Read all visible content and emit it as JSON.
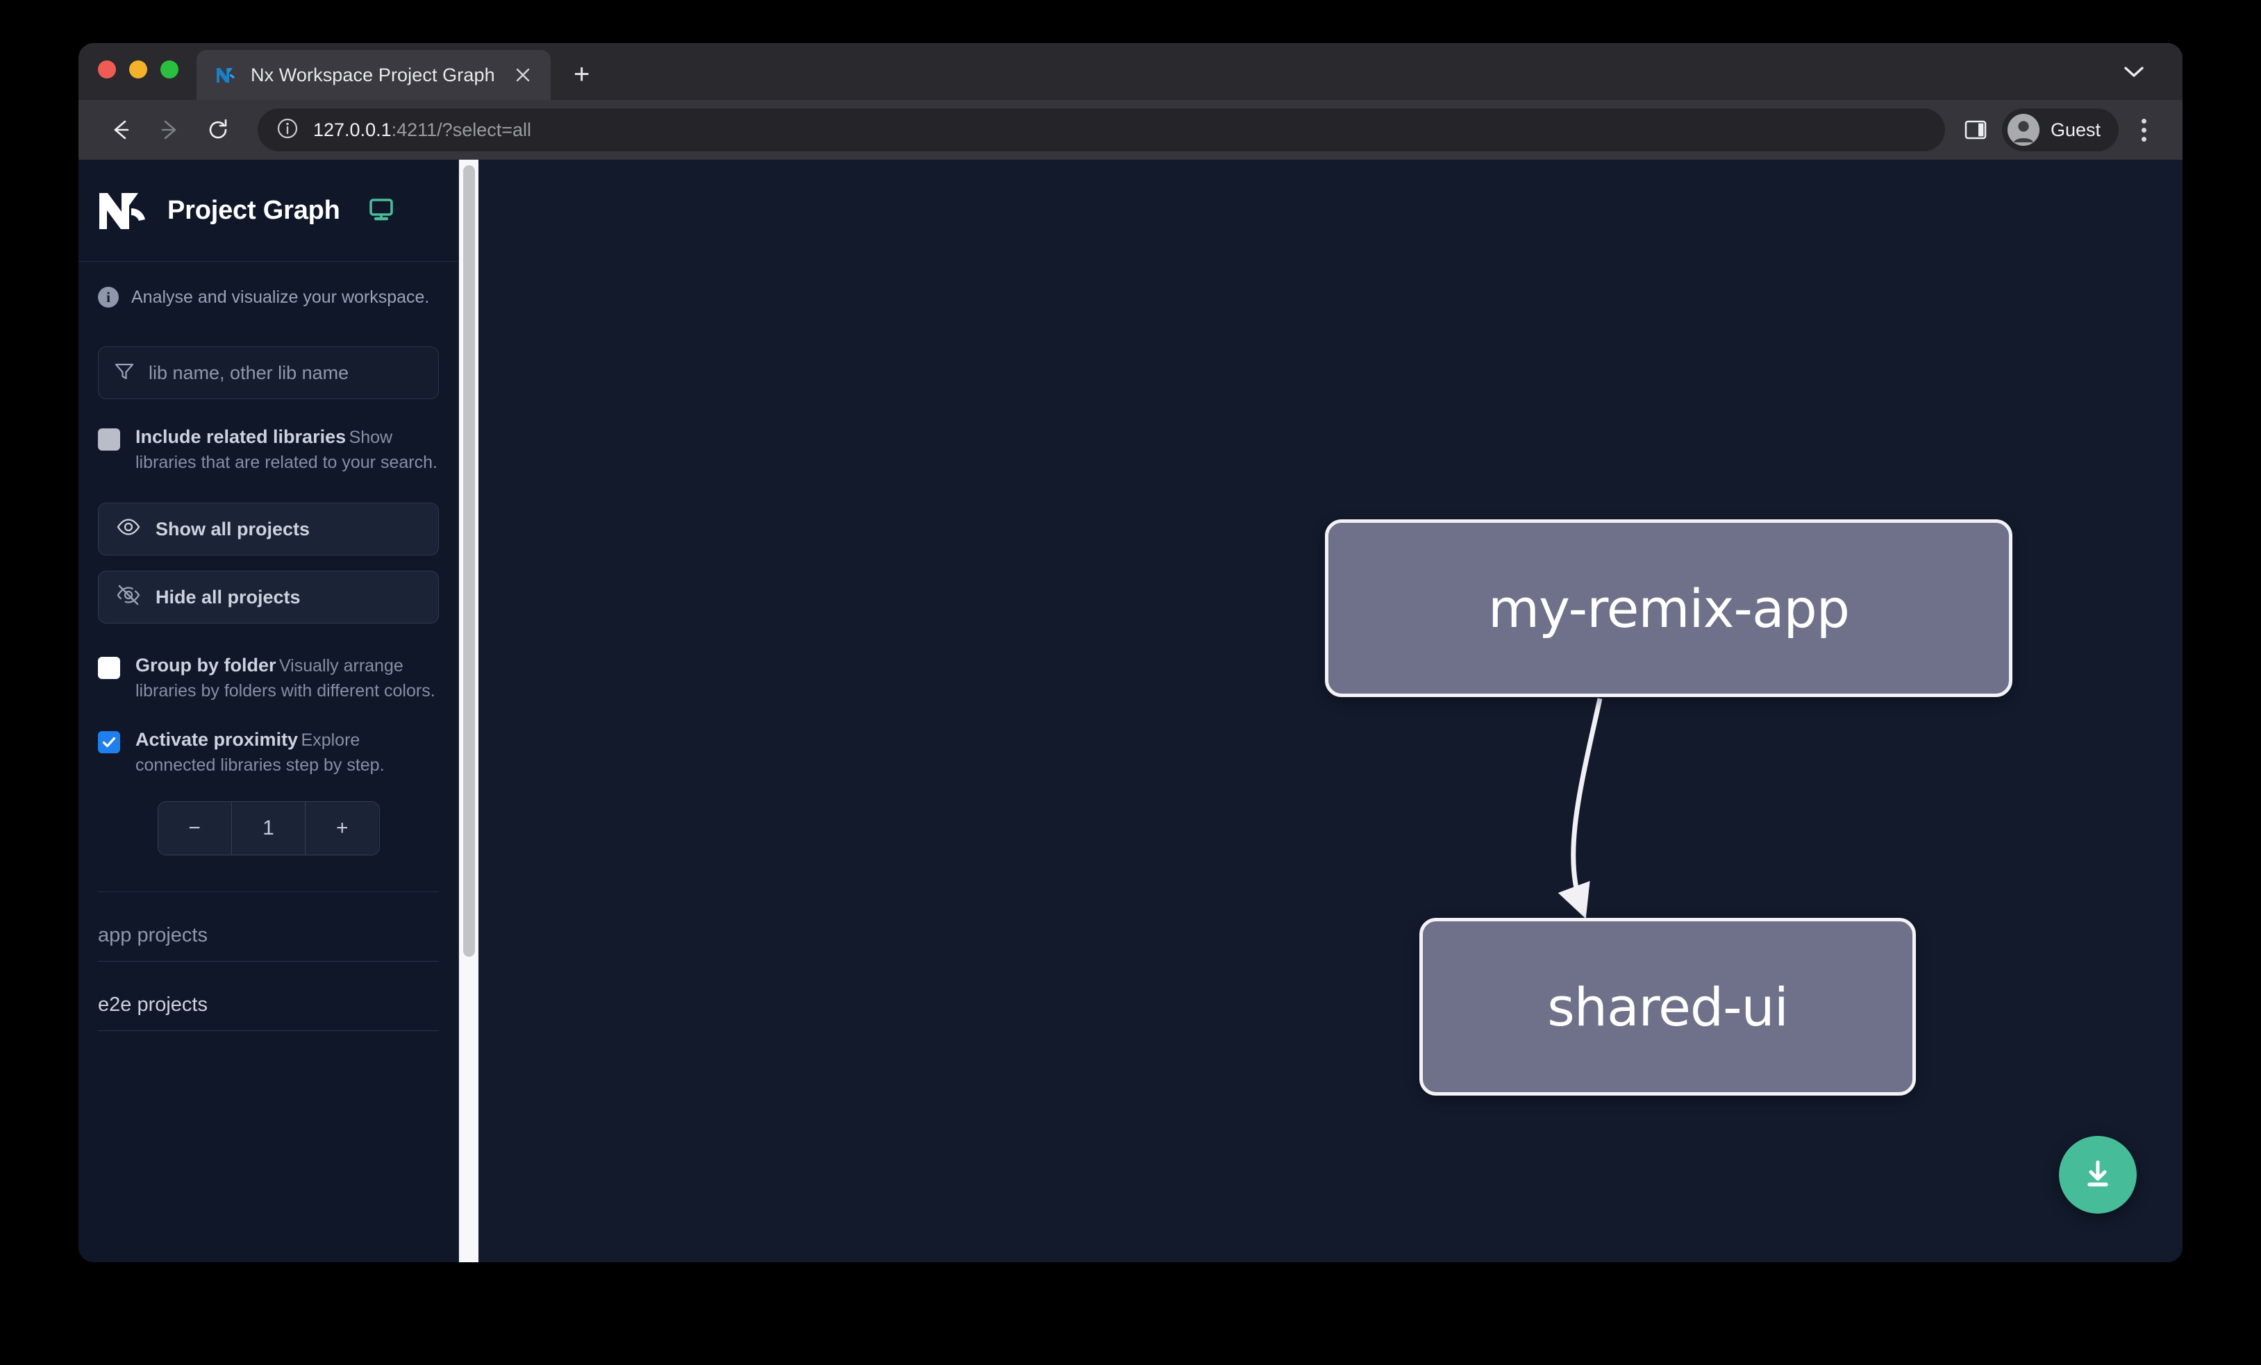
{
  "browser": {
    "tab": {
      "title": "Nx Workspace Project Graph",
      "favicon_icon": "nx-favicon-icon",
      "close_icon": "close-icon"
    },
    "new_tab_label": "+",
    "tab_list_icon": "chevron-down-icon",
    "toolbar": {
      "back_icon": "arrow-left-icon",
      "forward_icon": "arrow-right-icon",
      "reload_icon": "reload-icon",
      "site_info_icon": "info-circle-icon",
      "url_host": "127.0.0.1",
      "url_rest": ":4211/?select=all",
      "side_panel_icon": "side-panel-icon",
      "profile_name": "Guest",
      "profile_avatar_icon": "person-avatar-icon",
      "menu_icon": "kebab-menu-icon"
    },
    "traffic_lights": {
      "close_color": "#f05c54",
      "minimize_color": "#f3b229",
      "maximize_color": "#2ac03e"
    }
  },
  "sidebar": {
    "logo_icon": "nx-logo-icon",
    "title": "Project Graph",
    "monitor_icon": "monitor-icon",
    "monitor_color": "#4cbb9a",
    "tagline_icon": "info-icon",
    "tagline": "Analyse and visualize your workspace.",
    "filter": {
      "icon": "filter-funnel-icon",
      "placeholder": "lib name, other lib name",
      "value": ""
    },
    "options": [
      {
        "id": "include-related-libraries",
        "label": "Include related libraries",
        "description": "Show libraries that are related to your search.",
        "checked": false,
        "style": "muted"
      },
      {
        "id": "group-by-folder",
        "label": "Group by folder",
        "description": "Visually arrange libraries by folders with different colors.",
        "checked": false,
        "style": "plain"
      },
      {
        "id": "activate-proximity",
        "label": "Activate proximity",
        "description": "Explore connected libraries step by step.",
        "checked": true,
        "style": "checked",
        "accent_color": "#1f7fec"
      }
    ],
    "buttons": [
      {
        "id": "show-all-projects",
        "label": "Show all projects",
        "icon": "eye-icon"
      },
      {
        "id": "hide-all-projects",
        "label": "Hide all projects",
        "icon": "eye-off-icon"
      }
    ],
    "stepper": {
      "decrement_label": "−",
      "value": "1",
      "increment_label": "+"
    },
    "groups": [
      {
        "id": "app-projects",
        "label": "app projects"
      },
      {
        "id": "e2e-projects",
        "label": "e2e projects"
      }
    ]
  },
  "graph": {
    "background_color": "#121a2c",
    "node_fill": "#6e7189",
    "node_border": "#f4f2f7",
    "edge_color": "#f1f1f5",
    "nodes": [
      {
        "id": "my-remix-app",
        "label": "my-remix-app"
      },
      {
        "id": "shared-ui",
        "label": "shared-ui"
      }
    ],
    "edges": [
      {
        "from": "my-remix-app",
        "to": "shared-ui"
      }
    ],
    "download_button": {
      "icon": "download-icon",
      "color": "#46bd98"
    }
  }
}
